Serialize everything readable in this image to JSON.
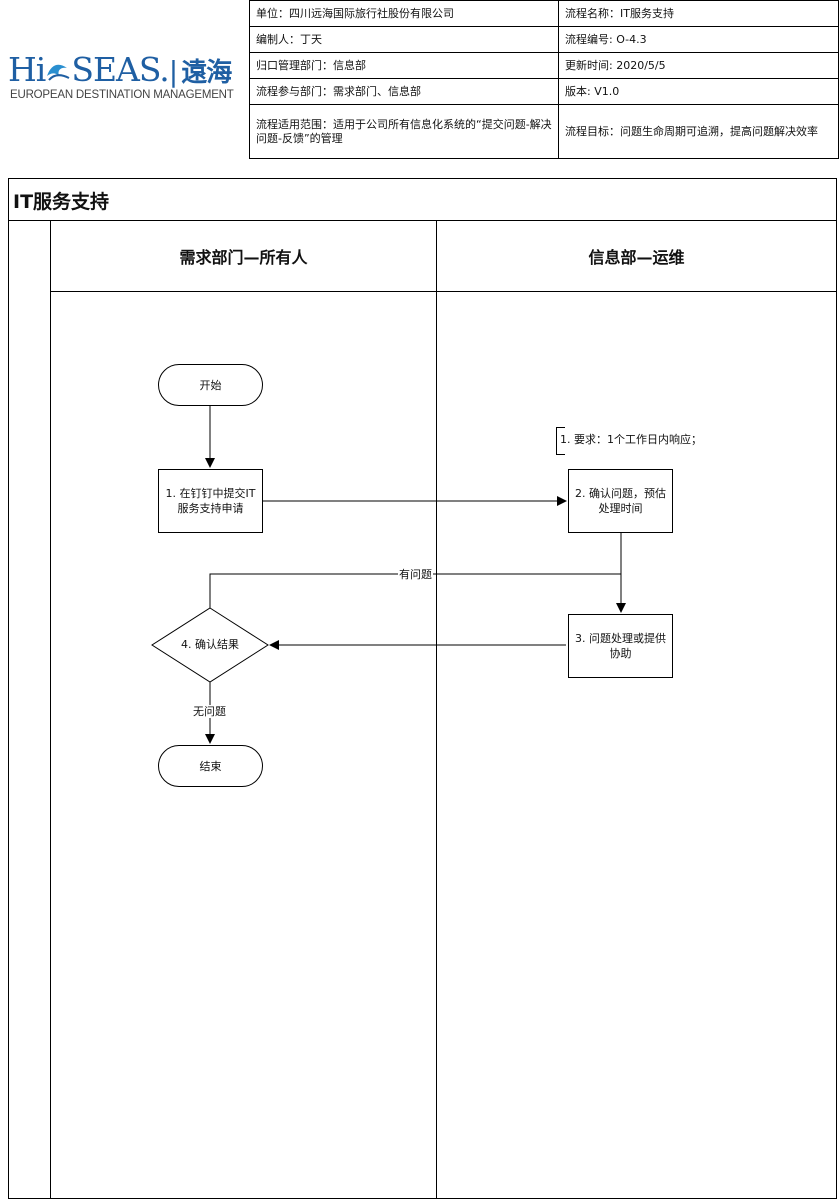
{
  "logo": {
    "brand": "Hi SEAS.",
    "brand_cn": "遠海",
    "subtitle": "EUROPEAN DESTINATION MANAGEMENT"
  },
  "info": {
    "unit": "单位：四川远海国际旅行社股份有限公司",
    "process_name": "流程名称：IT服务支持",
    "editor": "编制人：丁天",
    "process_no": "流程编号: O-4.3",
    "department": "归口管理部门：信息部",
    "updated": "更新时间: 2020/5/5",
    "participants": "流程参与部门：需求部门、信息部",
    "version": "版本: V1.0",
    "scope": "流程适用范围：适用于公司所有信息化系统的“提交问题-解决问题-反馈”的管理",
    "goal": "流程目标：问题生命周期可追溯，提高问题解决效率"
  },
  "diagram": {
    "title": "IT服务支持",
    "lanes": [
      {
        "label": "需求部门—所有人"
      },
      {
        "label": "信息部—运维"
      }
    ],
    "nodes": {
      "start": "开始",
      "step1": "1. 在钉钉中提交IT服务支持申请",
      "step2": "2. 确认问题，预估处理时间",
      "step3": "3. 问题处理或提供协助",
      "step4": "4. 确认结果",
      "end": "结束"
    },
    "note": "1. 要求：1个工作日内响应；",
    "edges": {
      "has_issue": "有问题",
      "no_issue": "无问题"
    }
  }
}
